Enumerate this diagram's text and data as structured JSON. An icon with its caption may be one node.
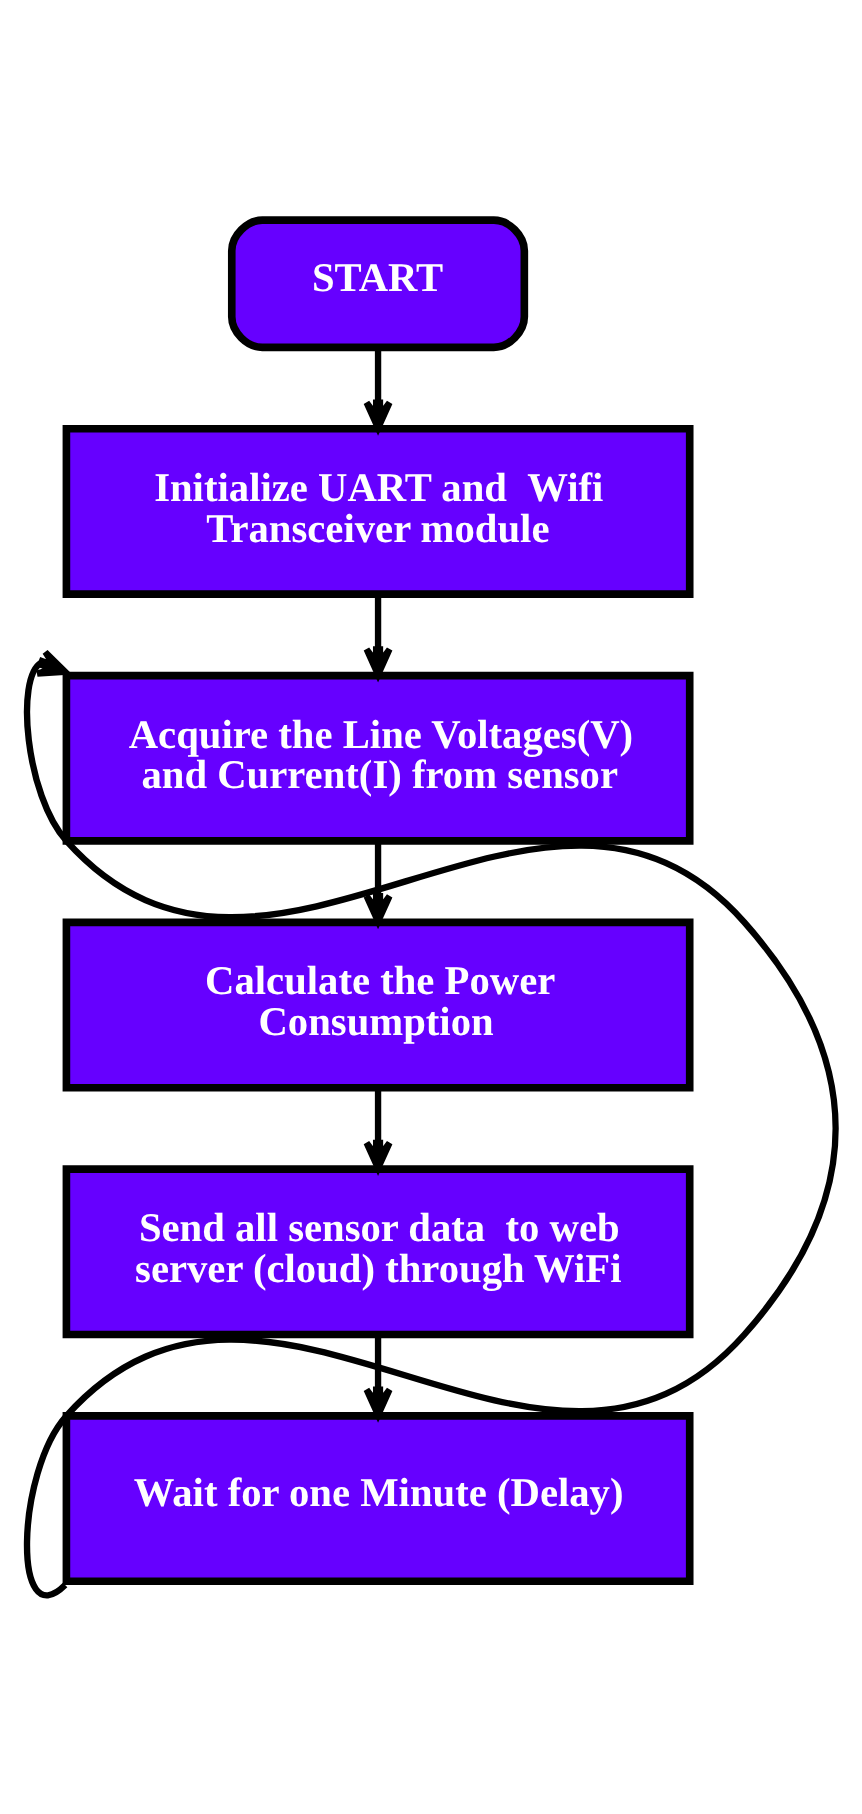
{
  "diagram": {
    "nodes": [
      {
        "text": [
          "START"
        ]
      },
      {
        "text": [
          "Initialize UART and  Wifi Transceiver module"
        ]
      },
      {
        "text": [
          "Acquire the Line Voltages(V) and Current(I) from sensor"
        ]
      },
      {
        "text": [
          "Calculate the Power Consumption"
        ]
      },
      {
        "text": [
          "Send all sensor data  to web server (cloud) through WiFi"
        ]
      },
      {
        "text": [
          "Wait for one Minute (Delay)"
        ]
      }
    ],
    "edges": [
      {
        "from": 0,
        "to": 1,
        "arrow": "to"
      },
      {
        "from": 1,
        "to": 2,
        "arrow": "to"
      },
      {
        "from": 2,
        "to": 3,
        "arrow": "to"
      },
      {
        "from": 3,
        "to": 4,
        "arrow": "to"
      },
      {
        "from": 4,
        "to": 5,
        "arrow": "to"
      },
      {
        "from": 5,
        "to": 2,
        "arrow": "to"
      }
    ]
  }
}
